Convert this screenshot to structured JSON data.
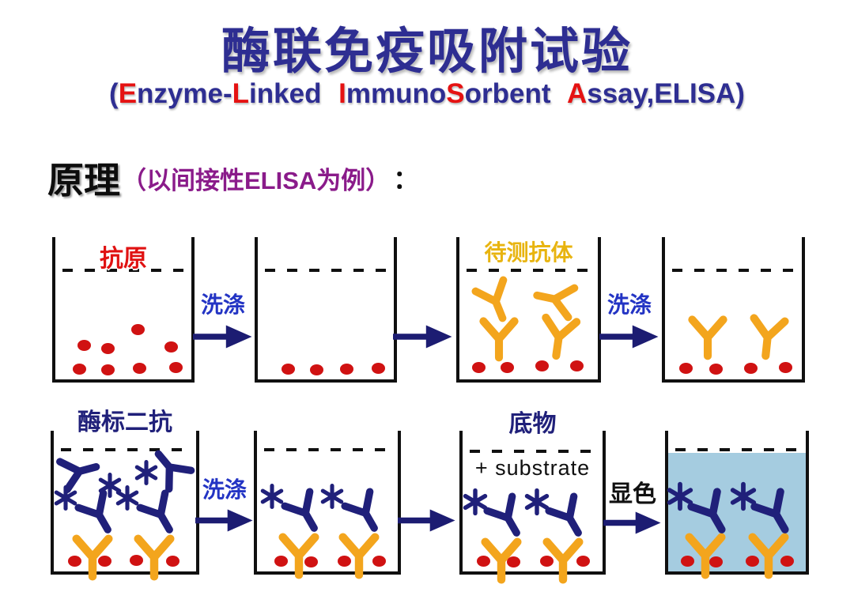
{
  "header": {
    "title": "酶联免疫吸附试验",
    "subtitle_segments": [
      {
        "text": "(",
        "red": false
      },
      {
        "text": "E",
        "red": true
      },
      {
        "text": "nzyme-",
        "red": false
      },
      {
        "text": "L",
        "red": true
      },
      {
        "text": "inked ",
        "red": false
      },
      {
        "text": "I",
        "red": true
      },
      {
        "text": "mmuno",
        "red": false
      },
      {
        "text": "S",
        "red": true
      },
      {
        "text": "orbent ",
        "red": false
      },
      {
        "text": "A",
        "red": true
      },
      {
        "text": "ssay,ELISA)",
        "red": false
      }
    ]
  },
  "principle": {
    "heading": "原理",
    "note": "（以间接性ELISA为例）",
    "colon": "："
  },
  "row1": {
    "well1_label": "抗原",
    "wash1_label": "洗涤",
    "well3_label": "待测抗体",
    "wash2_label": "洗涤"
  },
  "row2": {
    "well1_label": "酶标二抗",
    "wash3_label": "洗涤",
    "well3_label_cn": "底物",
    "well3_label_en": "+ substrate",
    "develop_label": "显色"
  },
  "colors": {
    "title_navy": "#2e2e92",
    "accent_red": "#e51212",
    "principle_purple": "#8a1b8a",
    "wash_blue": "#2334c4",
    "arrow_navy": "#1c1c72",
    "antibody_orange": "#f3a51d",
    "antibody_navy": "#20207a",
    "antigen_dot_red": "#d01212",
    "test_antibody_gold": "#e8b410",
    "reaction_blue": "#a5cce0"
  }
}
